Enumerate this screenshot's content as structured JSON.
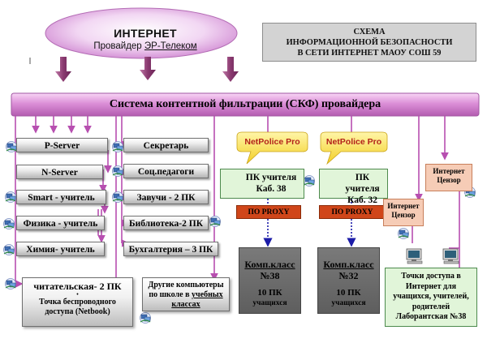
{
  "internet": {
    "title": "ИНТЕРНЕТ",
    "provider_prefix": "Провайдер ",
    "provider_name": "ЭР-Телеком"
  },
  "scheme_title": {
    "line1": "СХЕМА",
    "line2": "ИНФОРМАЦИОННОЙ БЕЗОПАСНОСТИ",
    "line3": "В СЕТИ ИНТЕРНЕТ  МАОУ СОШ 59"
  },
  "skf_label": "Система контентной фильтрации (СКФ)  провайдера",
  "left_column": [
    "P-Server",
    "N-Server",
    "Smart - учитель",
    "Физика - учитель",
    "Химия- учитель"
  ],
  "left_bottom": {
    "line1": "читательская- 2 ПК",
    "bullet": "•",
    "line2": "Точка беспроводного",
    "line3": "доступа (Netbook)"
  },
  "mid_column": [
    "Секретарь",
    "Соц.педагоги",
    "Завучи - 2 ПК",
    "Библиотека-2 ПК",
    "Бухгалтерия – 3 ПК"
  ],
  "mid_bottom": {
    "line1": "Другие компьютеры",
    "line2_prefix": "по школе в ",
    "line2_link": "учебных",
    "line3": "классах"
  },
  "netpolice": [
    "NetPolice Pro",
    "NetPolice Pro"
  ],
  "teacher_pc": [
    {
      "line1": "ПК учителя",
      "line2": "Каб. 38"
    },
    {
      "line1": "ПК учителя",
      "line2": "Каб. 32"
    }
  ],
  "proxy": [
    "ПО  PROXY",
    "ПО  PROXY"
  ],
  "comp_class": [
    {
      "line1": "Комп.класс",
      "line2": "№38",
      "line3": "10 ПК",
      "line4": "учащихся"
    },
    {
      "line1": "Комп.класс",
      "line2": "№32",
      "line3": "10 ПК",
      "line4": "учащихся"
    }
  ],
  "censor": [
    {
      "line1": "Интернет",
      "line2": "Цензор"
    },
    {
      "line1": "Интернет",
      "line2": "Цензор"
    }
  ],
  "access_points": {
    "line1": "Точки доступа в",
    "line2": "Интернет для",
    "line3": "учащихся, учителей,",
    "line4": "родителей",
    "line5": "Лаборантская №38"
  },
  "colors": {
    "pipe": "#d98ad6",
    "pipe_dark": "#8c2f7c",
    "arrow": "#8e3f73",
    "proxy": "#d0461a",
    "censor": "#f6ccb6",
    "green_box": "#e1f5d9",
    "dark_box": "#666666",
    "scheme_bg": "#d3d3d3"
  },
  "icons": [
    "network-computer-icon",
    "computer-icon",
    "yellow-callout-icon"
  ]
}
